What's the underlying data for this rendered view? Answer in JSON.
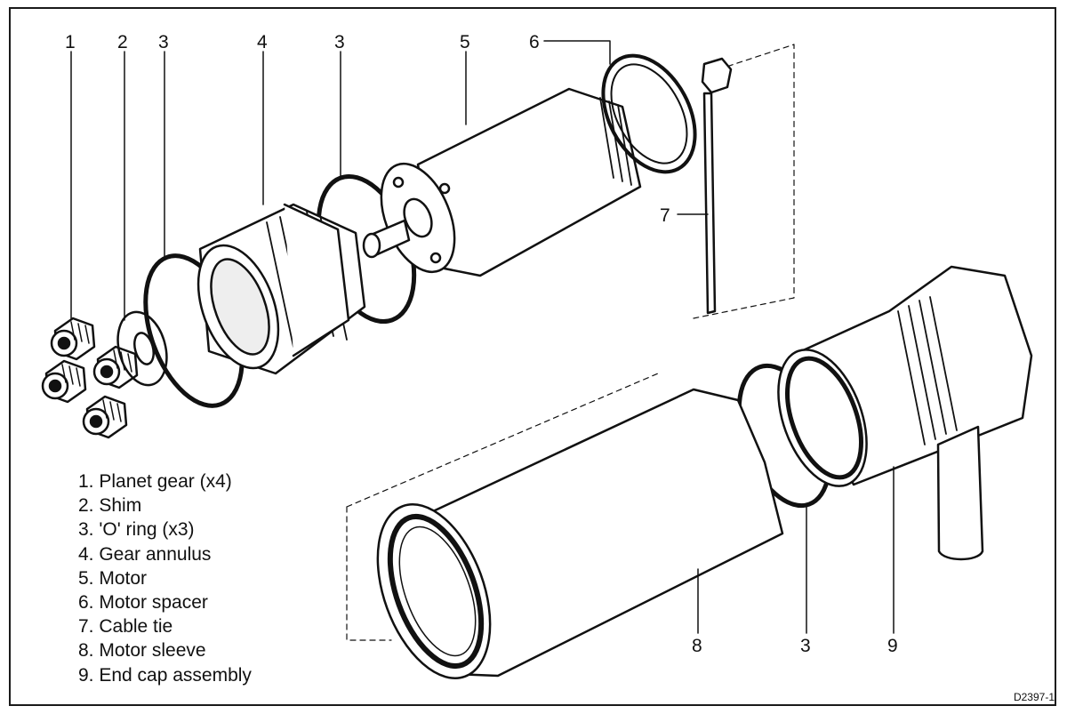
{
  "callouts": {
    "c1": "1",
    "c2": "2",
    "c3a": "3",
    "c4": "4",
    "c3b": "3",
    "c5": "5",
    "c6": "6",
    "c7": "7",
    "c8": "8",
    "c3c": "3",
    "c9": "9"
  },
  "legend": [
    "1. Planet gear (x4)",
    "2. Shim",
    "3. 'O' ring (x3)",
    "4. Gear annulus",
    "5. Motor",
    "6. Motor spacer",
    "7. Cable tie",
    "8. Motor sleeve",
    "9. End cap assembly"
  ],
  "drawing_id": "D2397-1"
}
